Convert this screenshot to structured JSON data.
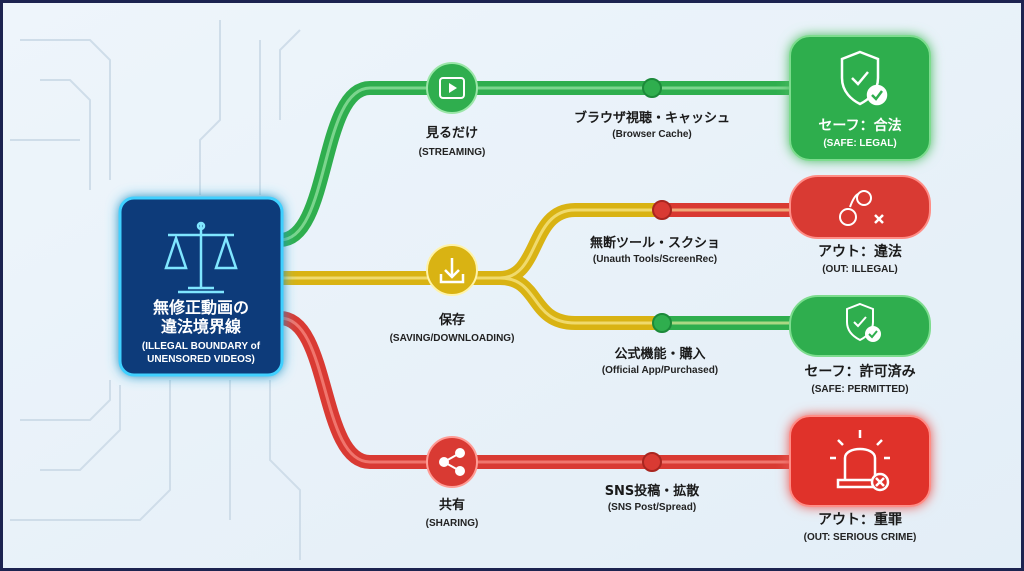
{
  "center": {
    "title_line1": "無修正動画の",
    "title_line2": "違法境界線",
    "subtitle_line1": "(ILLEGAL BOUNDARY of",
    "subtitle_line2": "UNENSORED VIDEOS)",
    "icon": "scales-icon"
  },
  "branches": {
    "streaming": {
      "label": "見るだけ",
      "sub": "(STREAMING)",
      "icon": "play-icon",
      "path_label": "ブラウザ視聴・キャッシュ",
      "path_sub": "(Browser Cache)",
      "result": "セーフ：合法",
      "result_sub": "(SAFE: LEGAL)",
      "result_icon": "shield-check-icon"
    },
    "saving": {
      "label": "保存",
      "sub": "(SAVING/DOWNLOADING)",
      "icon": "download-icon",
      "unauth_label": "無断ツール・スクショ",
      "unauth_sub": "(Unauth Tools/ScreenRec)",
      "unauth_result": "アウト：違法",
      "unauth_result_sub": "(OUT: ILLEGAL)",
      "unauth_icon": "handcuffs-icon",
      "official_label": "公式機能・購入",
      "official_sub": "(Official App/Purchased)",
      "official_result": "セーフ：許可済み",
      "official_result_sub": "(SAFE: PERMITTED)",
      "official_icon": "shield-check-icon"
    },
    "sharing": {
      "label": "共有",
      "sub": "(SHARING)",
      "icon": "share-icon",
      "path_label": "SNS投稿・拡散",
      "path_sub": "(SNS Post/Spread)",
      "result": "アウト：重罪",
      "result_sub": "(OUT: SERIOUS CRIME)",
      "result_icon": "siren-icon"
    }
  },
  "colors": {
    "green": "#2fae4e",
    "yellow": "#d9b313",
    "red": "#d93a33",
    "navy": "#0d3a7a",
    "glow": "#3fd0ff"
  }
}
